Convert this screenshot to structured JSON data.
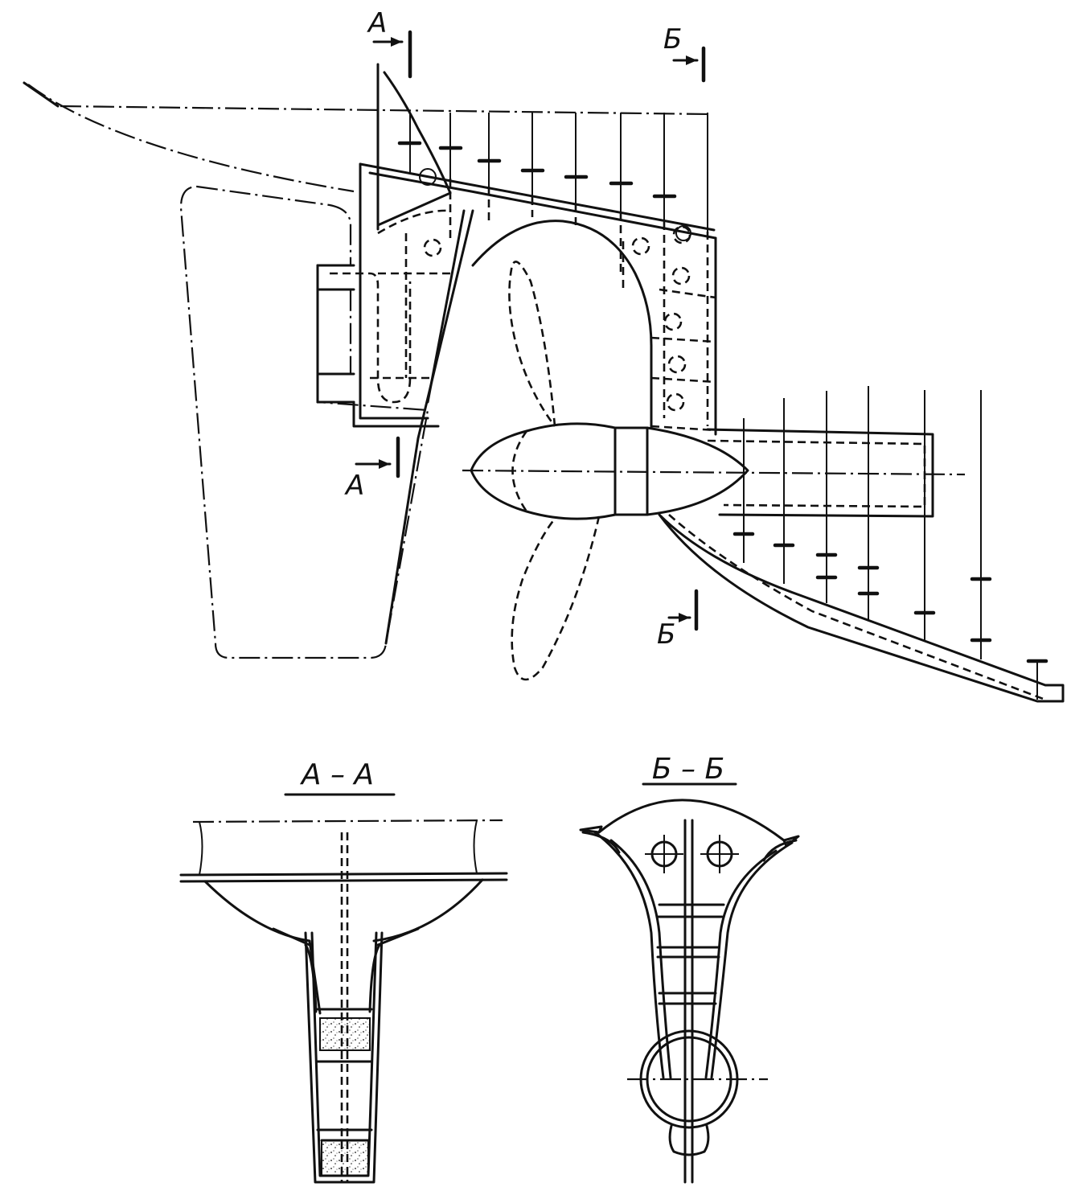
{
  "labels": {
    "section_a_top": "А",
    "section_a_bottom": "А",
    "section_b_top": "Б",
    "section_b_bottom": "Б",
    "view_a_title": "А – А",
    "view_b_title": "Б – Б"
  },
  "colors": {
    "ink": "#111111",
    "paper": "#ffffff"
  }
}
